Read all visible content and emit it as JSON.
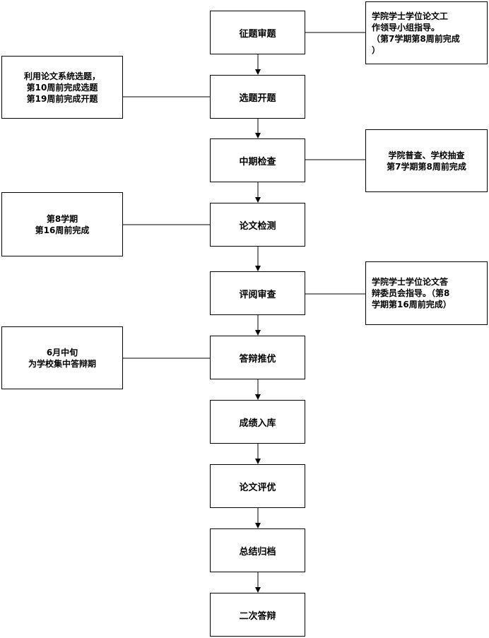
{
  "steps": [
    "征题审题",
    "选题开题",
    "中期检查",
    "论文检测",
    "评阅审查",
    "答辩推优",
    "成绩入库",
    "论文评优",
    "总结归档",
    "二次答辩"
  ],
  "notes": [
    "学院学士学位论文工\n作领导小组指导。\n（第7学期第8周前完成\n）",
    "利用论文系统选题，\n第10周前完成选题\n第19周前完成开题",
    "学院普查、学校抽查\n第7学期第8周前完成",
    "第8学期\n第16周前完成",
    "学院学士学位论文答\n辩委员会指导。（第8\n学期第16周前完成）",
    "6月中旬\n为学校集中答辩期"
  ]
}
